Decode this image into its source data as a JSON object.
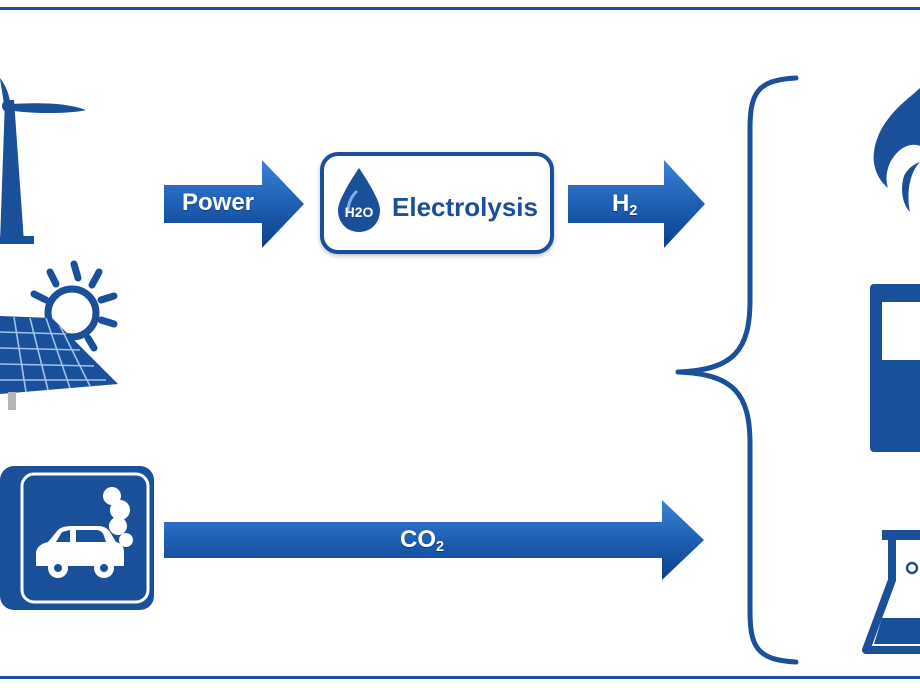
{
  "colors": {
    "primary": "#1a4f9a",
    "arrow_light": "#3a82d8",
    "arrow_dark": "#0d3f8a",
    "background": "#ffffff"
  },
  "icons": [
    "wind-turbine-icon",
    "solar-panel-icon",
    "car-exhaust-icon",
    "water-droplet-icon",
    "fuel-drop-icon",
    "fuel-tank-icon",
    "flask-icon",
    "curly-brace"
  ],
  "arrows": {
    "power": {
      "label": "Power"
    },
    "h2": {
      "label_base": "H",
      "label_sub": "2"
    },
    "co2": {
      "label_base": "CO",
      "label_sub": "2"
    }
  },
  "electrolysis": {
    "label": "Electrolysis",
    "droplet_text": "H2O"
  }
}
